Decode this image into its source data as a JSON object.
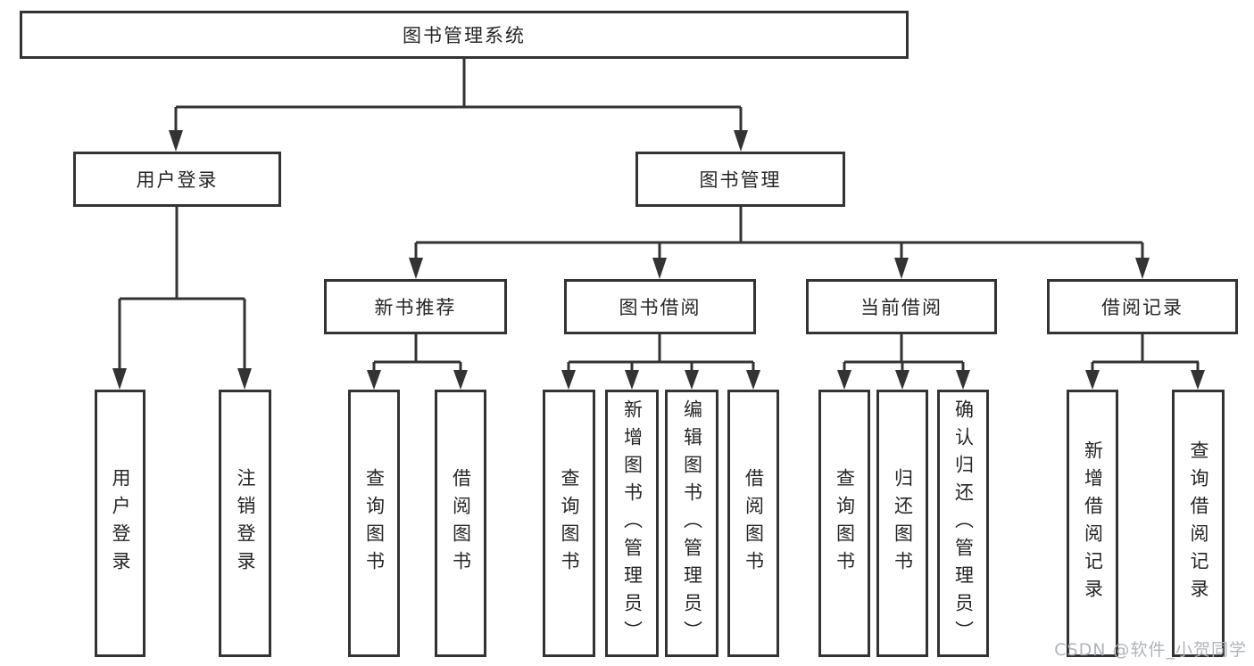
{
  "tree": {
    "root": {
      "label": "图书管理系统"
    },
    "branches": [
      {
        "label": "用户登录",
        "children": [
          {
            "label": "用户登录"
          },
          {
            "label": "注销登录"
          }
        ]
      },
      {
        "label": "图书管理",
        "children": [
          {
            "label": "新书推荐",
            "children": [
              {
                "label": "查询图书"
              },
              {
                "label": "借阅图书"
              }
            ]
          },
          {
            "label": "图书借阅",
            "children": [
              {
                "label": "查询图书"
              },
              {
                "label": "新增图书（管理员）"
              },
              {
                "label": "编辑图书（管理员）"
              },
              {
                "label": "借阅图书"
              }
            ]
          },
          {
            "label": "当前借阅",
            "children": [
              {
                "label": "查询图书"
              },
              {
                "label": "归还图书"
              },
              {
                "label": "确认归还（管理员）"
              }
            ]
          },
          {
            "label": "借阅记录",
            "children": [
              {
                "label": "新增借阅记录"
              },
              {
                "label": "查询借阅记录"
              }
            ]
          }
        ]
      }
    ]
  },
  "watermark": "CSDN @软件_小贺同学",
  "colors": {
    "line": "#333333",
    "text": "#262626",
    "box_background": "#ffffff",
    "page_background": "#ffffff",
    "watermark": "#b0b4bc"
  }
}
